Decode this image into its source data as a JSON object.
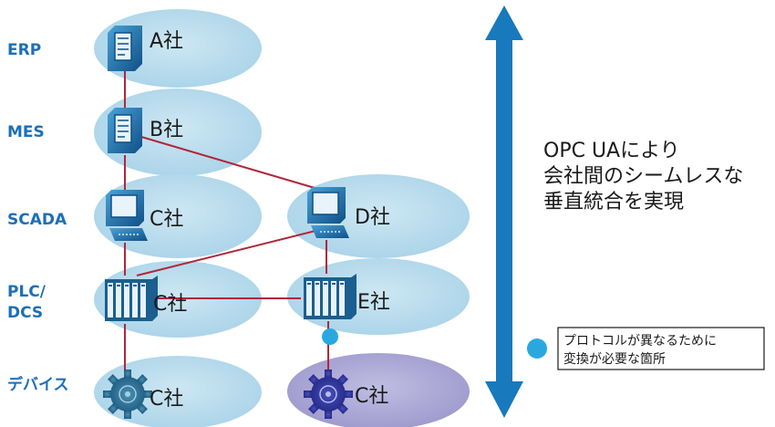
{
  "levels": {
    "erp": "ERP",
    "mes": "MES",
    "scada": "SCADA",
    "plc_line1": "PLC/",
    "plc_line2": "DCS",
    "device": "デバイス"
  },
  "nodes": {
    "a": "A社",
    "b": "B社",
    "c_scada": "C社",
    "d": "D社",
    "c_plc": "C社",
    "e": "E社",
    "c_dev_left": "C社",
    "c_dev_right": "C社"
  },
  "side_note": {
    "line1": "OPC UAにより",
    "line2": "会社間のシームレスな",
    "line3": "垂直統合を実現"
  },
  "legend": {
    "line1": "プロトコルが異なるために",
    "line2": "変換が必要な箇所"
  },
  "colors": {
    "ellipse": "#b9dbeb",
    "ellipse_device_right": "#a9a6d3",
    "link": "#b0273a",
    "icon": "#1f6fa8",
    "arrow": "#1879bd",
    "marker": "#29a8e0"
  }
}
